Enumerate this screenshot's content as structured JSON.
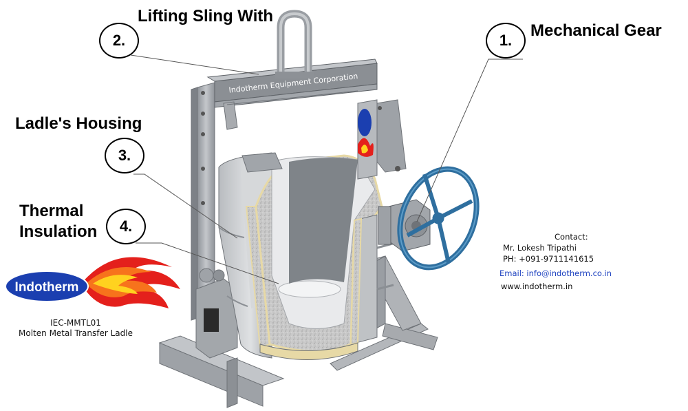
{
  "labels": {
    "lifting_sling": "Lifting Sling With",
    "mechanical_gear": "Mechanical Gear",
    "ladle_housing": "Ladle's Housing",
    "thermal_insulation_line1": "Thermal",
    "thermal_insulation_line2": "Insulation"
  },
  "callout_numbers": {
    "mechanical_gear": "1.",
    "lifting_sling": "2.",
    "ladle_housing": "3.",
    "thermal_insulation": "4."
  },
  "beam_text": "Indotherm Equipment Corporation",
  "logo": {
    "brand": "Indotherm",
    "model_code": "IEC-MMTL01",
    "product_name": "Molten Metal Transfer Ladle"
  },
  "contact": {
    "heading": "Contact:",
    "person": "Mr. Lokesh Tripathi",
    "phone": "PH: +091-9711141615",
    "email": "Email: info@indotherm.co.in",
    "website": "www.indotherm.in"
  },
  "colors": {
    "frame": "#a9adb3",
    "frame_dark": "#7d8187",
    "insulation": "#cfcfcf",
    "refractory_edge": "#e7d9a6",
    "handwheel": "#2f6f9f",
    "logo_blue": "#1b3fb0",
    "flame_red": "#e4201c",
    "flame_yellow": "#ffd21f",
    "email_blue": "#1a3fbf"
  }
}
